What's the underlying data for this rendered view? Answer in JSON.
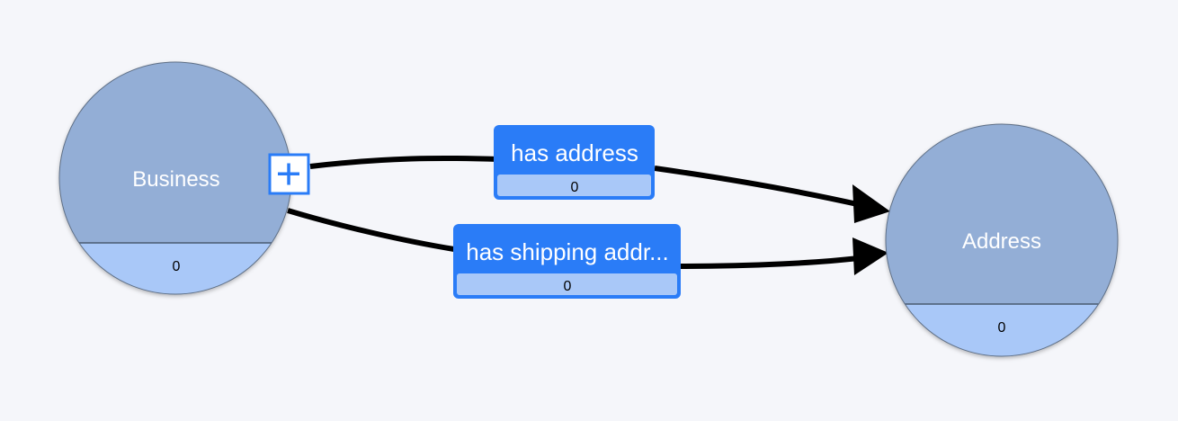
{
  "colors": {
    "background": "#f5f6fa",
    "node_fill": "#93aed6",
    "node_count_fill": "#a9c8f8",
    "node_stroke": "#4a5a70",
    "edge_label_fill": "#2a7cf7",
    "edge_count_fill": "#a9c8f8",
    "edge_stroke": "#000000"
  },
  "nodes": [
    {
      "id": "business",
      "label": "Business",
      "count": "0",
      "expand_icon": "plus-icon"
    },
    {
      "id": "address",
      "label": "Address",
      "count": "0"
    }
  ],
  "edges": [
    {
      "id": "has-address",
      "label": "has address",
      "count": "0",
      "from": "business",
      "to": "address"
    },
    {
      "id": "has-shipping-address",
      "label": "has shipping addr...",
      "count": "0",
      "from": "business",
      "to": "address"
    }
  ]
}
